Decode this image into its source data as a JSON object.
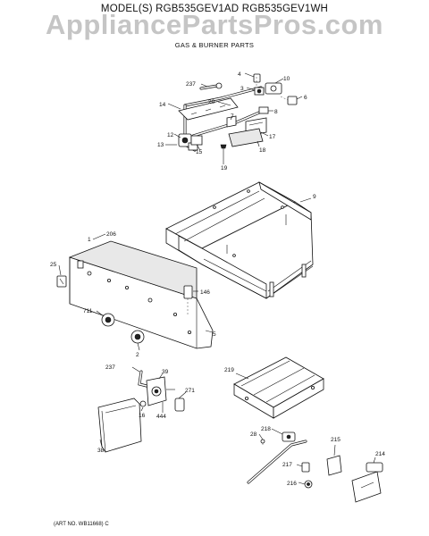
{
  "header": {
    "model_line": "MODEL(S) RGB535GEV1AD  RGB535GEV1WH",
    "section_title": "GAS & BURNER PARTS"
  },
  "watermark": "AppliancePartsPros.com",
  "footer": {
    "art_no": "(ART NO. WB11668) C"
  },
  "callouts": {
    "c4": "4",
    "c10": "10",
    "c237a": "237",
    "c3": "3",
    "c6": "6",
    "c20": "20",
    "c14": "14",
    "c8": "8",
    "c7": "7",
    "c12": "12",
    "c17": "17",
    "c13": "13",
    "c15": "15",
    "c18": "18",
    "c19": "19",
    "c9": "9",
    "c206": "206",
    "c1": "1",
    "c25": "25",
    "c146": "146",
    "c711": "711",
    "c5": "5",
    "c2": "2",
    "c237b": "237",
    "c39": "39",
    "c271": "271",
    "c16": "16",
    "c444": "444",
    "c38": "38",
    "c219": "219",
    "c28": "28",
    "c218": "218",
    "c215": "215",
    "c217": "217",
    "c214": "214",
    "c216": "216"
  }
}
